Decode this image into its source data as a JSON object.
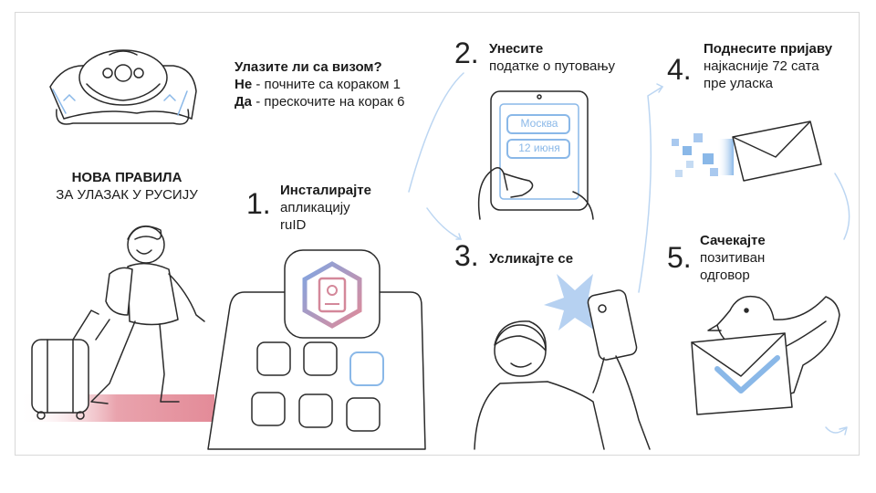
{
  "headline": {
    "line1": "НОВА ПРАВИЛА",
    "line2": "ЗА УЛАЗАК У РУСИЈУ"
  },
  "visa": {
    "question": "Улазите ли са визом?",
    "no_label": "Не",
    "no_text": " - почните са кораком 1",
    "yes_label": "Да",
    "yes_text": " - прескочите на корак 6"
  },
  "steps": [
    {
      "number": "1.",
      "title": "Инсталирајте",
      "lines": [
        "апликацију",
        "ruID"
      ]
    },
    {
      "number": "2.",
      "title": "Унесите",
      "lines": [
        "податке о путовању"
      ]
    },
    {
      "number": "3.",
      "title": "Усликајте се",
      "lines": []
    },
    {
      "number": "4.",
      "title": "Поднесите пријаву",
      "lines": [
        "најкасније 72 сата",
        "пре уласка"
      ]
    },
    {
      "number": "5.",
      "title": "Сачекајте",
      "lines": [
        "позитиван",
        "одговор"
      ]
    }
  ],
  "phone_fields": {
    "city": "Москва",
    "date": "12 июня"
  },
  "colors": {
    "accent_blue": "#8ab8e8",
    "accent_red": "#e9a3ad",
    "ink": "#2a2a2a"
  },
  "icons": [
    "bread-on-towel-icon",
    "traveler-with-suitcase-icon",
    "app-grid-phone-icon",
    "ruid-app-icon",
    "hand-holding-phone-icon",
    "selfie-person-icon",
    "envelope-icon",
    "dove-with-letter-icon",
    "checkmark-icon"
  ]
}
